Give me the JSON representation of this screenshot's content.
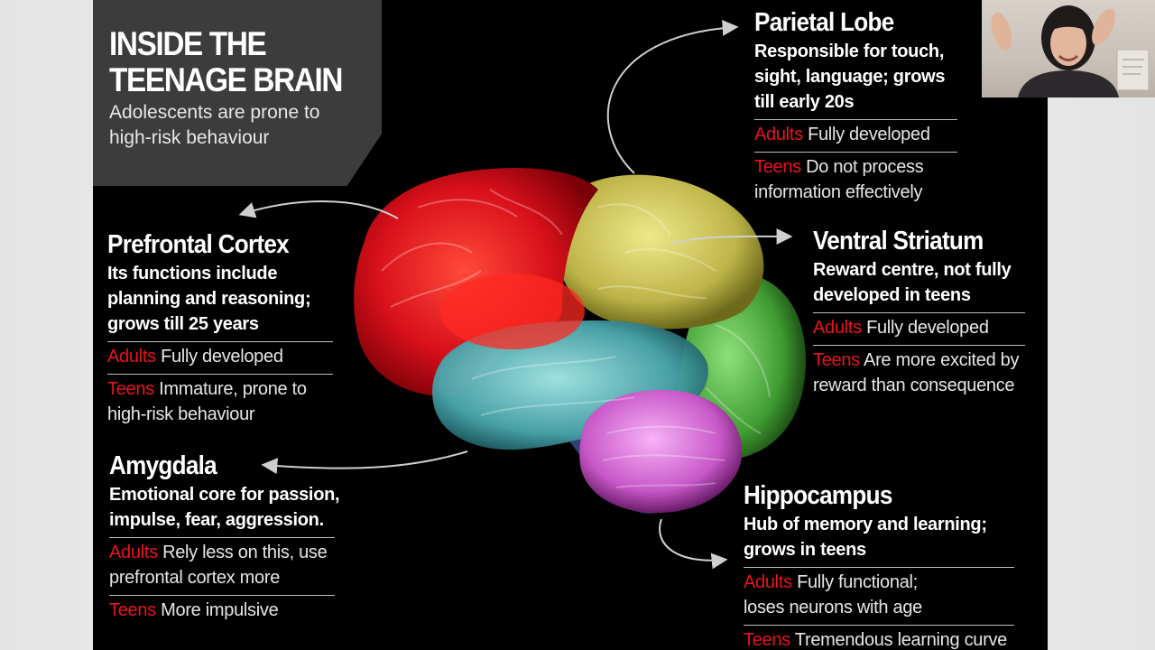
{
  "title": {
    "line1": "INSIDE THE",
    "line2": "TEENAGE BRAIN",
    "sub1": "Adolescents are prone to",
    "sub2": "high-risk behaviour"
  },
  "regions": {
    "parietal": {
      "name": "Parietal Lobe",
      "desc": [
        "Responsible for touch,",
        "sight, language; grows",
        "till early 20s"
      ],
      "adults_label": "Adults",
      "adults": [
        "Fully developed"
      ],
      "teens_label": "Teens",
      "teens": [
        "Do not process",
        "information effectively"
      ]
    },
    "prefrontal": {
      "name": "Prefrontal Cortex",
      "desc": [
        "Its functions include",
        "planning and reasoning;",
        "grows till 25 years"
      ],
      "adults_label": "Adults",
      "adults": [
        "Fully developed"
      ],
      "teens_label": "Teens",
      "teens": [
        "Immature, prone to",
        "high-risk behaviour"
      ]
    },
    "ventral": {
      "name": "Ventral Striatum",
      "desc": [
        "Reward centre, not fully",
        "developed in teens"
      ],
      "adults_label": "Adults",
      "adults": [
        "Fully developed"
      ],
      "teens_label": "Teens",
      "teens": [
        "Are more excited by",
        "reward than consequence"
      ]
    },
    "amygdala": {
      "name": "Amygdala",
      "desc": [
        "Emotional core for passion,",
        "impulse, fear, aggression."
      ],
      "adults_label": "Adults",
      "adults": [
        "Rely less on this, use",
        "prefrontal cortex more"
      ],
      "teens_label": "Teens",
      "teens": [
        "More impulsive"
      ]
    },
    "hippocampus": {
      "name": "Hippocampus",
      "desc": [
        "Hub of memory and learning;",
        "grows in teens"
      ],
      "adults_label": "Adults",
      "adults": [
        "Fully functional;",
        "loses neurons with age"
      ],
      "teens_label": "Teens",
      "teens": [
        "Tremendous learning curve"
      ]
    }
  },
  "colors": {
    "frontal": "#e8121a",
    "parietal": "#d6cf5e",
    "temporal": "#66c0c0",
    "occipital": "#5cb84a",
    "cerebellum": "#d66ad6",
    "label_red": "#e8141c"
  },
  "icons": {
    "arrows": "curved-arrow-icon",
    "webcam": "presenter-webcam"
  }
}
